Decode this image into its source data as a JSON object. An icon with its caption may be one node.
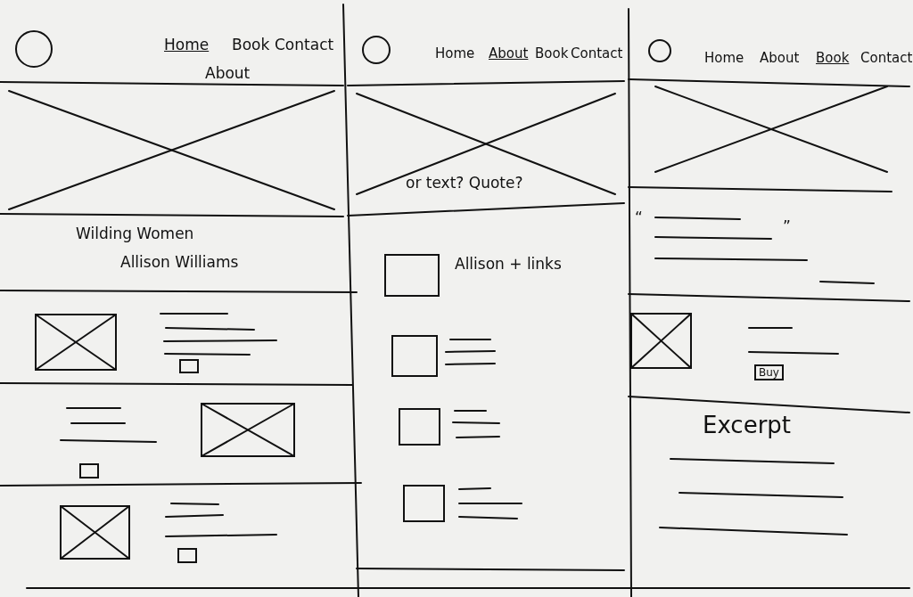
{
  "diagram": {
    "nodes": [
      {
        "text": [
          "Buy"
        ]
      }
    ],
    "edges": [],
    "labels": [
      "Home",
      "Book",
      "Contact",
      "About",
      "Home",
      "About",
      "Book",
      "Contact",
      "Home",
      "About",
      "Book",
      "Contact",
      "Wilding Women",
      "Allison Williams",
      "or text? Quote?",
      "Allison + links",
      "“",
      "”",
      "Excerpt"
    ]
  }
}
